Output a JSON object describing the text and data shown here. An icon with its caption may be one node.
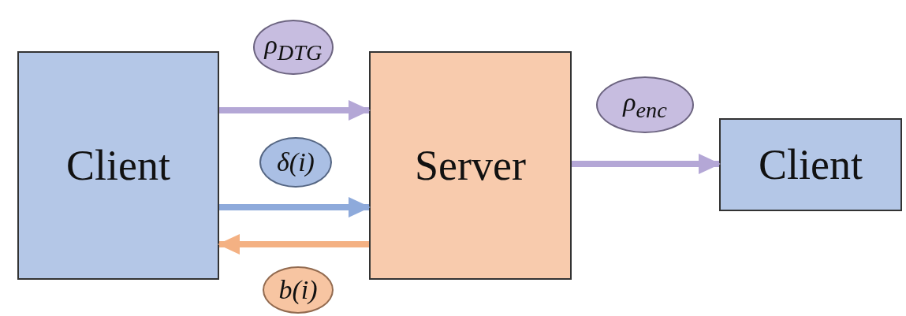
{
  "diagram": {
    "nodes": [
      {
        "text": [
          "Client"
        ]
      },
      {
        "text": [
          "Server"
        ]
      },
      {
        "text": [
          "Client"
        ]
      }
    ],
    "edges": [
      {
        "from": 0,
        "to": 1,
        "arrow": "to",
        "label": "ρ$_{DTG}$"
      },
      {
        "from": 0,
        "to": 1,
        "arrow": "to",
        "label": "δ(i)",
        "color": "#8eaadb"
      },
      {
        "from": 1,
        "to": 0,
        "arrow": "to",
        "label": "b(i)",
        "color": "#f4b183"
      },
      {
        "from": 1,
        "to": 2,
        "arrow": "to",
        "label": "ρ$_{enc}$"
      }
    ]
  }
}
